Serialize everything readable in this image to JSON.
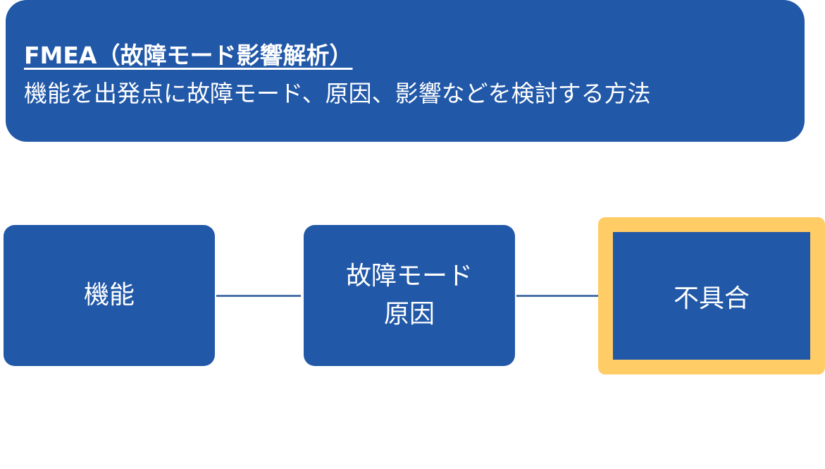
{
  "header": {
    "title": "FMEA（故障モード影響解析）",
    "subtitle": "機能を出発点に故障モード、原因、影響などを検討する方法"
  },
  "flow": {
    "function_label": "機能",
    "failure_mode_label": "故障モード",
    "cause_label": "原因",
    "defect_label": "不具合"
  },
  "colors": {
    "box": "#2158A8",
    "highlight": "#FFCC66",
    "connector": "#4A72A8"
  }
}
